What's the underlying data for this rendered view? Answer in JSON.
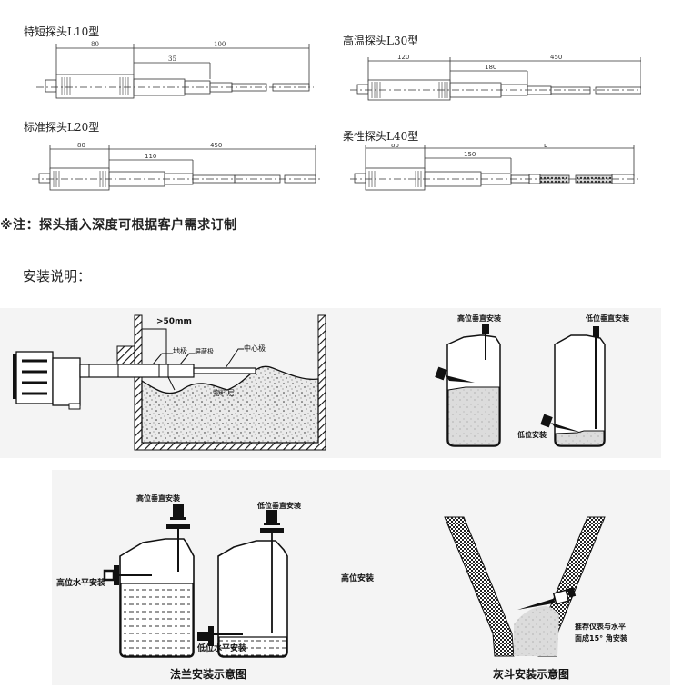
{
  "probes": [
    {
      "title": "特短探头L10型",
      "dims": {
        "head": "80",
        "step": "35",
        "total": "100"
      }
    },
    {
      "title": "高温探头L30型",
      "dims": {
        "head": "120",
        "step": "180",
        "total": "450"
      }
    },
    {
      "title": "标准探头L20型",
      "dims": {
        "head": "80",
        "step": "110",
        "total": "450"
      }
    },
    {
      "title": "柔性探头L40型",
      "dims": {
        "head": "80",
        "step": "150",
        "total": "L"
      }
    }
  ],
  "note": "※注：探头插入深度可根据客户需求订制",
  "install_heading": "安装说明：",
  "side_install": {
    "gap_label": ">50mm",
    "labels": {
      "ground": "地极",
      "shield": "屏蔽极",
      "center": "中心极",
      "material": "物料层"
    }
  },
  "vertical_install": {
    "high_vertical": "高位垂直安装",
    "low_vertical": "低位垂直安装",
    "low_install": "低位安装"
  },
  "flange_install": {
    "high_vertical": "高位垂直安装",
    "low_vertical": "低位垂直安装",
    "high_horizontal": "高位水平安装",
    "low_horizontal": "低位水平安装",
    "high_install": "高位安装",
    "caption": "法兰安装示意图"
  },
  "hopper_install": {
    "recommend_line1": "推荐仪表与水平",
    "recommend_line2": "面成15° 角安装",
    "caption": "灰斗安装示意图"
  }
}
